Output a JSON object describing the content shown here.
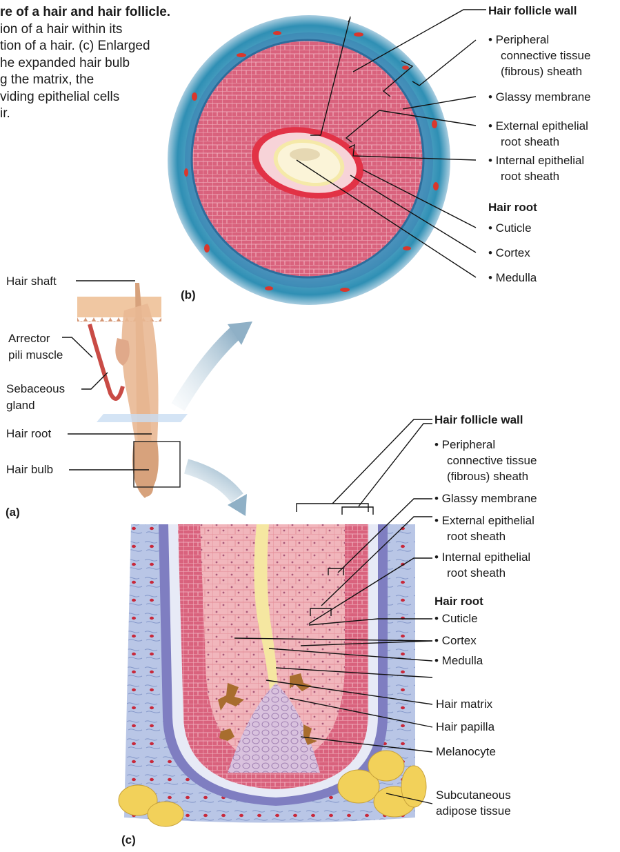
{
  "caption": {
    "lines": [
      "re of a hair and hair follicle.",
      "ion of a hair within its",
      "tion of a hair. (c) Enlarged",
      "he expanded hair bulb",
      "g the matrix, the",
      "viding epithelial cells",
      "ir."
    ]
  },
  "panels": {
    "a": "(a)",
    "b": "(b)",
    "c": "(c)"
  },
  "panel_a_labels": {
    "hair_shaft": "Hair shaft",
    "arrector_1": "Arrector",
    "arrector_2": "pili muscle",
    "sebaceous_1": "Sebaceous",
    "sebaceous_2": "gland",
    "hair_root": "Hair root",
    "hair_bulb": "Hair bulb"
  },
  "panel_b_labels": {
    "wall_heading": "Hair follicle wall",
    "peripheral_1": "• Peripheral",
    "peripheral_2": "connective tissue",
    "peripheral_3": "(fibrous) sheath",
    "glassy": "• Glassy membrane",
    "external_1": "• External epithelial",
    "external_2": "root sheath",
    "internal_1": "• Internal epithelial",
    "internal_2": "root sheath",
    "root_heading": "Hair root",
    "cuticle": "• Cuticle",
    "cortex": "• Cortex",
    "medulla": "• Medulla"
  },
  "panel_c_labels": {
    "wall_heading": "Hair follicle wall",
    "peripheral_1": "• Peripheral",
    "peripheral_2": "connective tissue",
    "peripheral_3": "(fibrous) sheath",
    "glassy": "• Glassy membrane",
    "external_1": "• External epithelial",
    "external_2": "root sheath",
    "internal_1": "• Internal epithelial",
    "internal_2": "root sheath",
    "root_heading": "Hair root",
    "cuticle": "• Cuticle",
    "cortex": "• Cortex",
    "medulla": "• Medulla",
    "matrix": "Hair matrix",
    "papilla": "Hair papilla",
    "melanocyte": "Melanocyte",
    "adipose_1": "Subcutaneous",
    "adipose_2": "adipose tissue"
  }
}
